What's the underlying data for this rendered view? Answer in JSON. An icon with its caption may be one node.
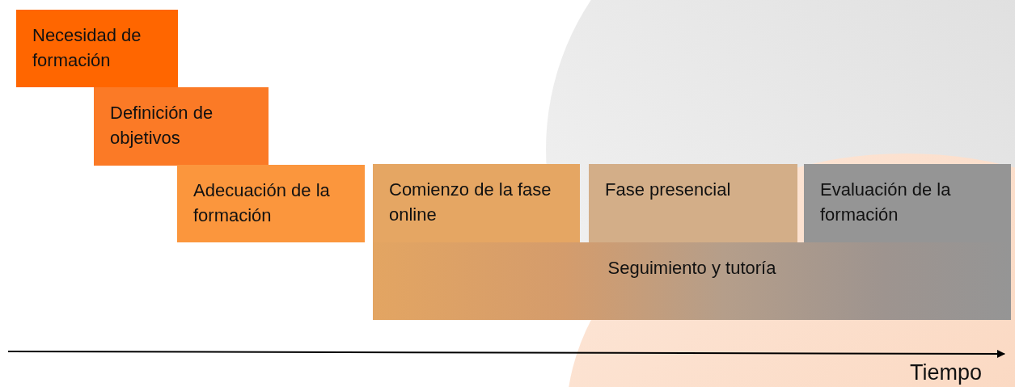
{
  "diagram": {
    "nodes": [
      {
        "text": [
          "Necesidad de formación"
        ]
      },
      {
        "text": [
          "Definición de objetivos"
        ]
      },
      {
        "text": [
          "Adecuación de la formación"
        ]
      },
      {
        "text": [
          "Comienzo de la fase online"
        ]
      },
      {
        "text": [
          "Fase presencial"
        ]
      },
      {
        "text": [
          "Evaluación de la formación"
        ]
      },
      {
        "text": [
          "Seguimiento y tutoría"
        ]
      }
    ],
    "labels": [
      "Tiempo"
    ]
  }
}
